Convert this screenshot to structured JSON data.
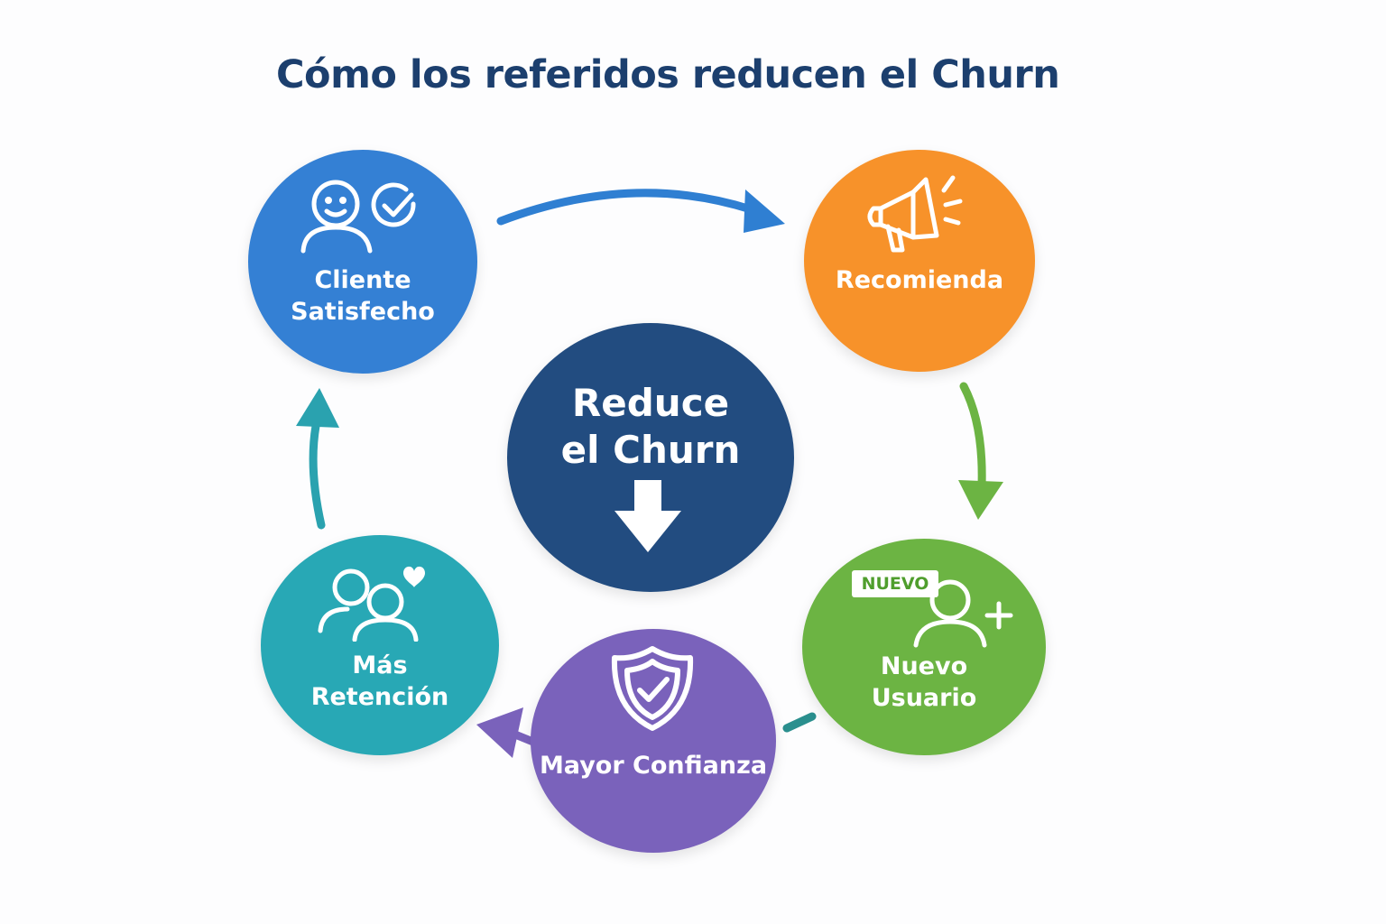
{
  "title": "Cómo los referidos reducen el Churn",
  "colors": {
    "title": "#1c3f6e",
    "satisfied": "#3480d4",
    "recommend": "#f7922a",
    "new_user": "#6cb443",
    "trust": "#7a62bb",
    "retention": "#28a8b5",
    "center": "#224c80"
  },
  "nodes": {
    "satisfied": {
      "label": "Cliente\nSatisfecho",
      "icon": "satisfied-person-check-icon"
    },
    "recommend": {
      "label": "Recomienda",
      "icon": "megaphone-icon"
    },
    "new_user": {
      "label": "Nuevo\nUsuario",
      "badge": "NUEVO",
      "icon": "add-user-icon"
    },
    "trust": {
      "label": "Mayor Confianza",
      "icon": "shield-check-icon"
    },
    "retention": {
      "label": "Más\nRetención",
      "icon": "people-heart-icon"
    }
  },
  "center": {
    "label": "Reduce\nel Churn",
    "icon": "down-arrow-icon"
  }
}
